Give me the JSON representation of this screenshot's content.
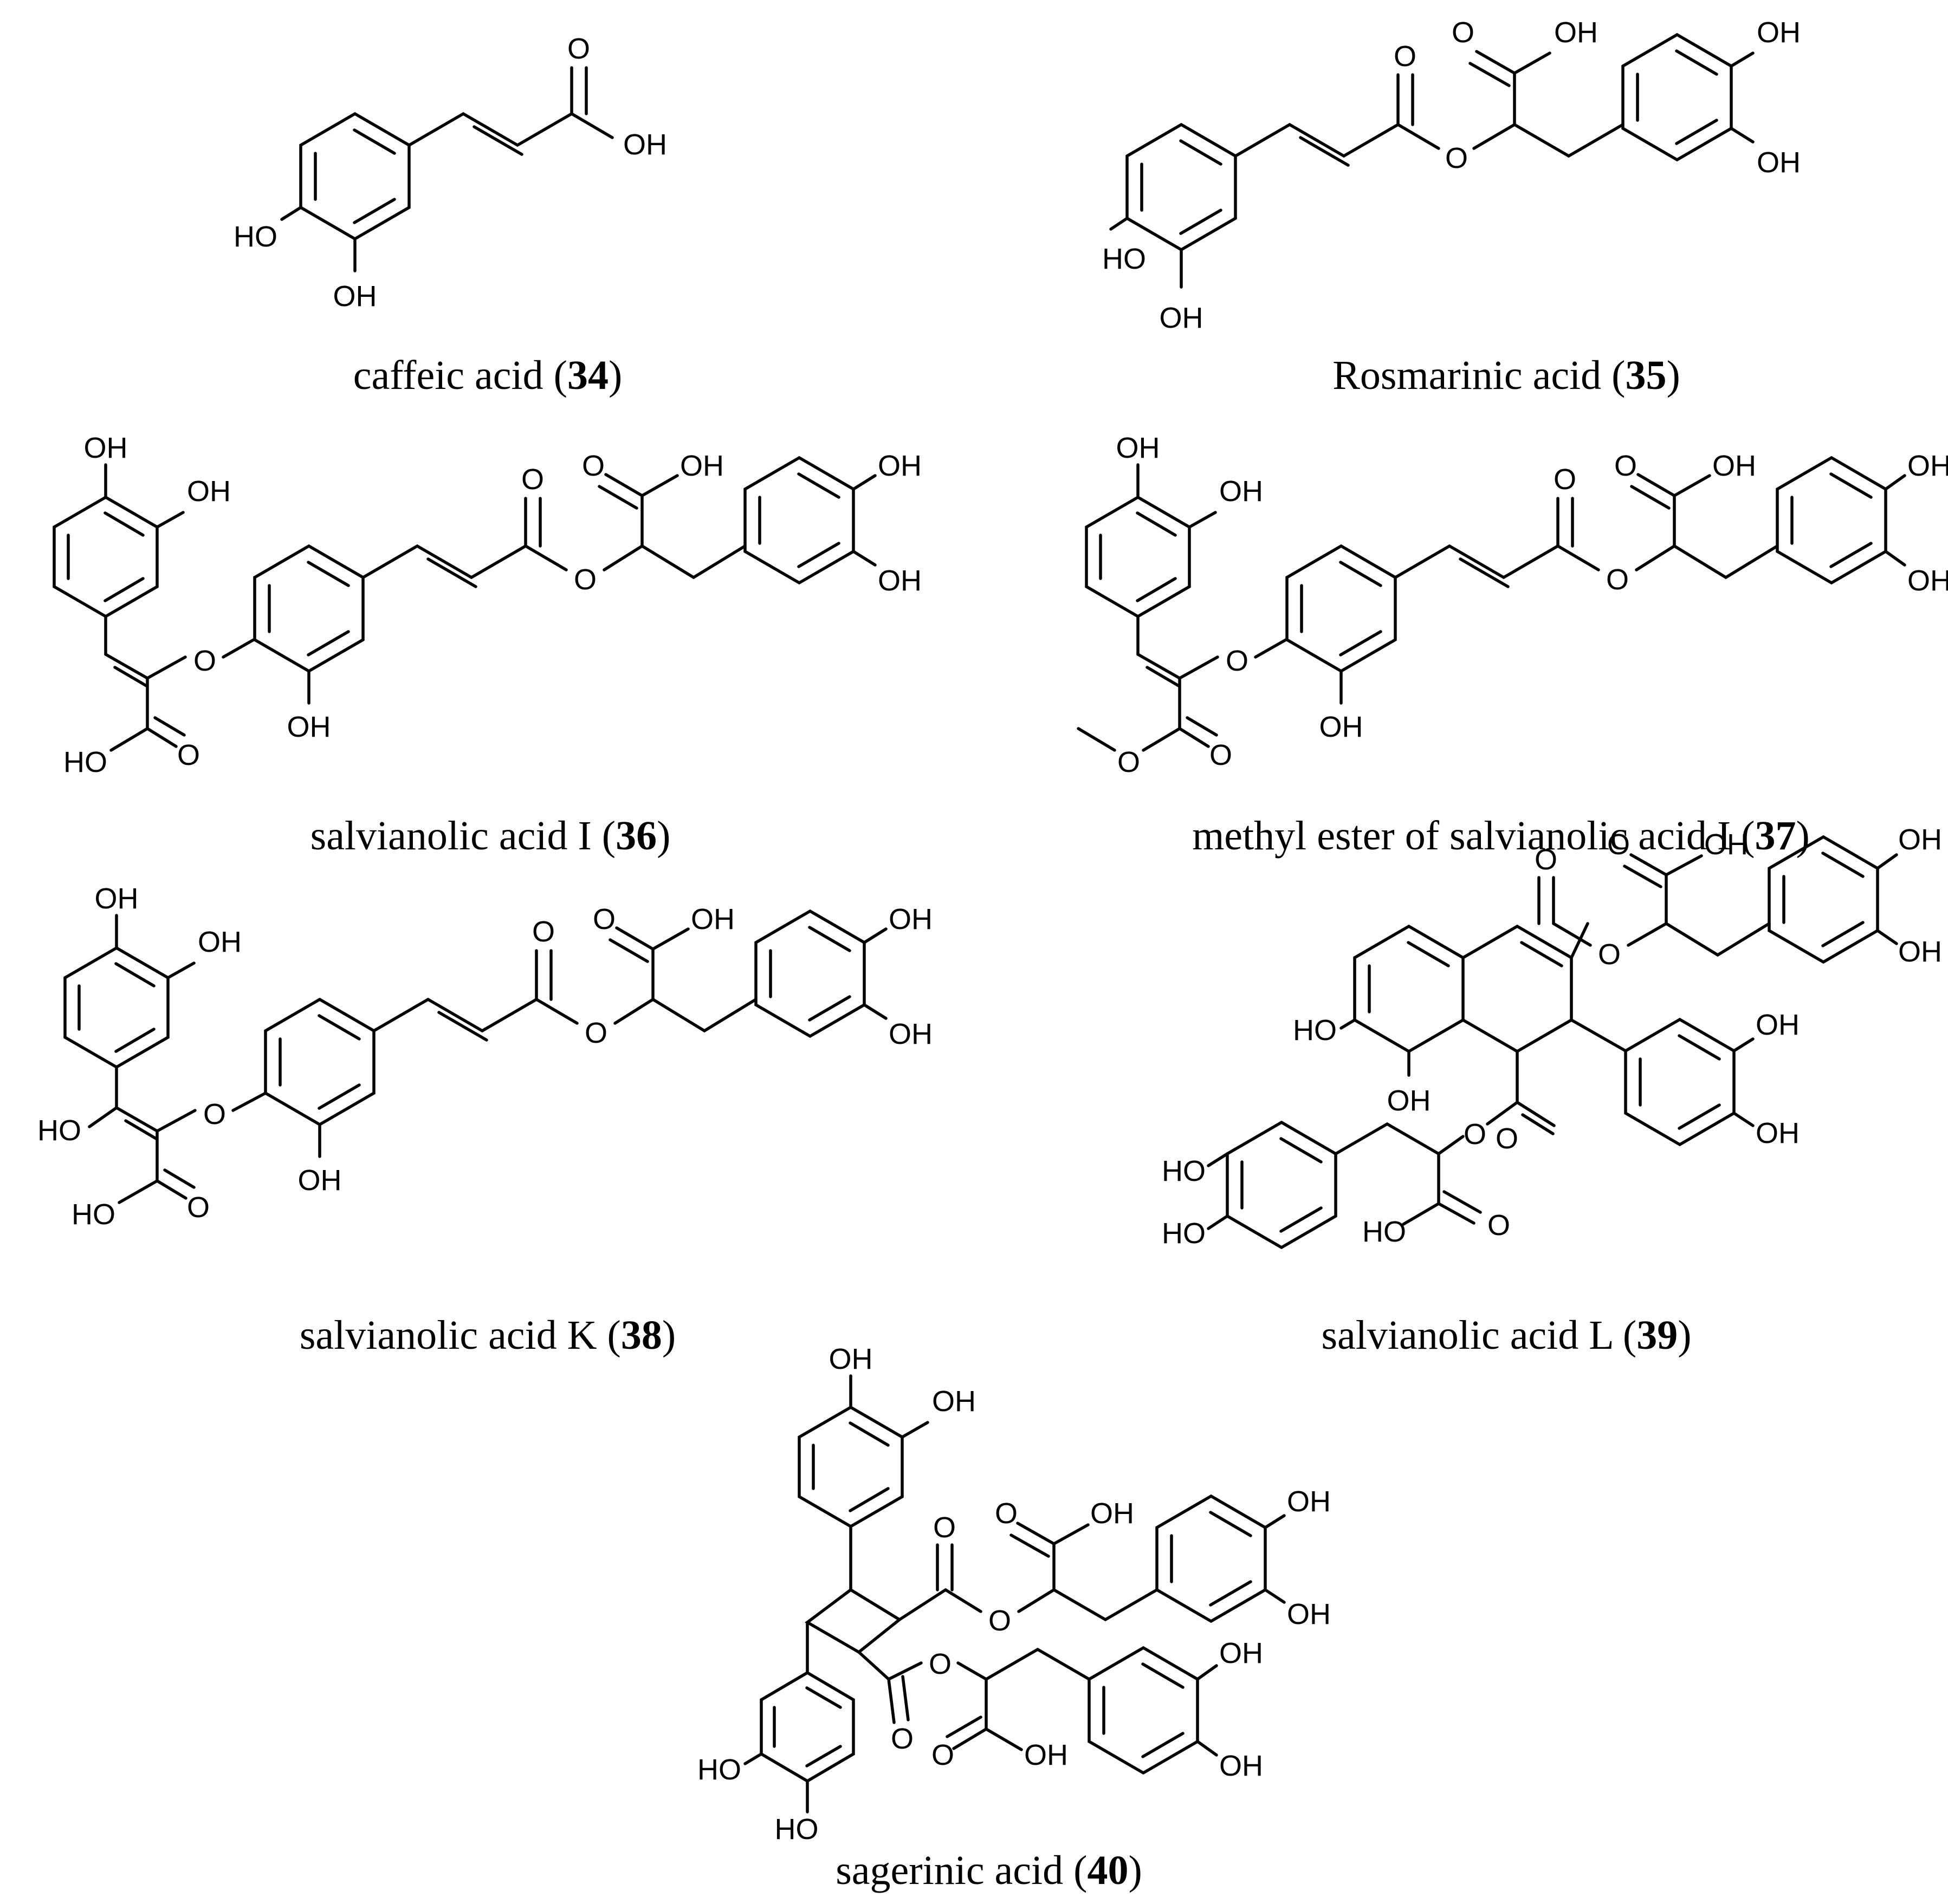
{
  "atom_labels": {
    "hydroxyl": "OH",
    "hydroxyl_left": "HO",
    "oxygen": "O"
  },
  "compounds": [
    {
      "id": "c34",
      "name": "caffeic acid",
      "number": "34"
    },
    {
      "id": "c35",
      "name": "Rosmarinic acid",
      "number": "35"
    },
    {
      "id": "c36",
      "name": "salvianolic acid I",
      "number": "36"
    },
    {
      "id": "c37",
      "name": "methyl ester of salvianolic acid I",
      "number": "37"
    },
    {
      "id": "c38",
      "name": "salvianolic acid K",
      "number": "38"
    },
    {
      "id": "c39",
      "name": "salvianolic acid L",
      "number": "39"
    },
    {
      "id": "c40",
      "name": "sagerinic acid",
      "number": "40"
    }
  ]
}
